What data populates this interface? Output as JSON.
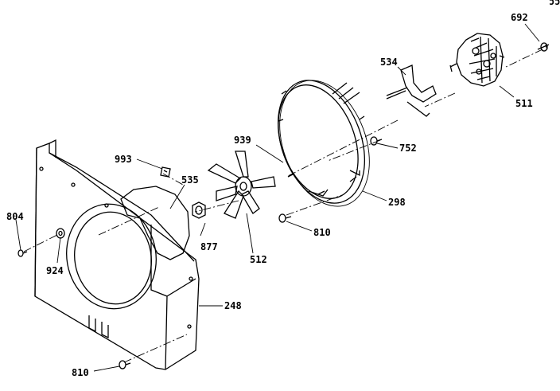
{
  "diagram": {
    "corner_mark": "ɔɔ",
    "callouts": [
      {
        "id": "c692",
        "text": "692"
      },
      {
        "id": "c534",
        "text": "534"
      },
      {
        "id": "c511",
        "text": "511"
      },
      {
        "id": "c752",
        "text": "752"
      },
      {
        "id": "c939",
        "text": "939"
      },
      {
        "id": "c298",
        "text": "298"
      },
      {
        "id": "c993",
        "text": "993"
      },
      {
        "id": "c535",
        "text": "535"
      },
      {
        "id": "c810a",
        "text": "810"
      },
      {
        "id": "c804",
        "text": "804"
      },
      {
        "id": "c924",
        "text": "924"
      },
      {
        "id": "c877",
        "text": "877"
      },
      {
        "id": "c512",
        "text": "512"
      },
      {
        "id": "c248",
        "text": "248"
      },
      {
        "id": "c810b",
        "text": "810"
      }
    ],
    "parts": [
      {
        "name": "screw-692-part"
      },
      {
        "name": "motor-511-part"
      },
      {
        "name": "bracket-534-part"
      },
      {
        "name": "screw-752-part"
      },
      {
        "name": "ring-298-part"
      },
      {
        "name": "screw-810-upper-part"
      },
      {
        "name": "fan-blade-512-part"
      },
      {
        "name": "nut-877-part"
      },
      {
        "name": "clip-993-part"
      },
      {
        "name": "screen-535-part"
      },
      {
        "name": "cover-248-part"
      },
      {
        "name": "screw-804-part"
      },
      {
        "name": "washer-924-part"
      },
      {
        "name": "screw-810-lower-part"
      }
    ]
  }
}
